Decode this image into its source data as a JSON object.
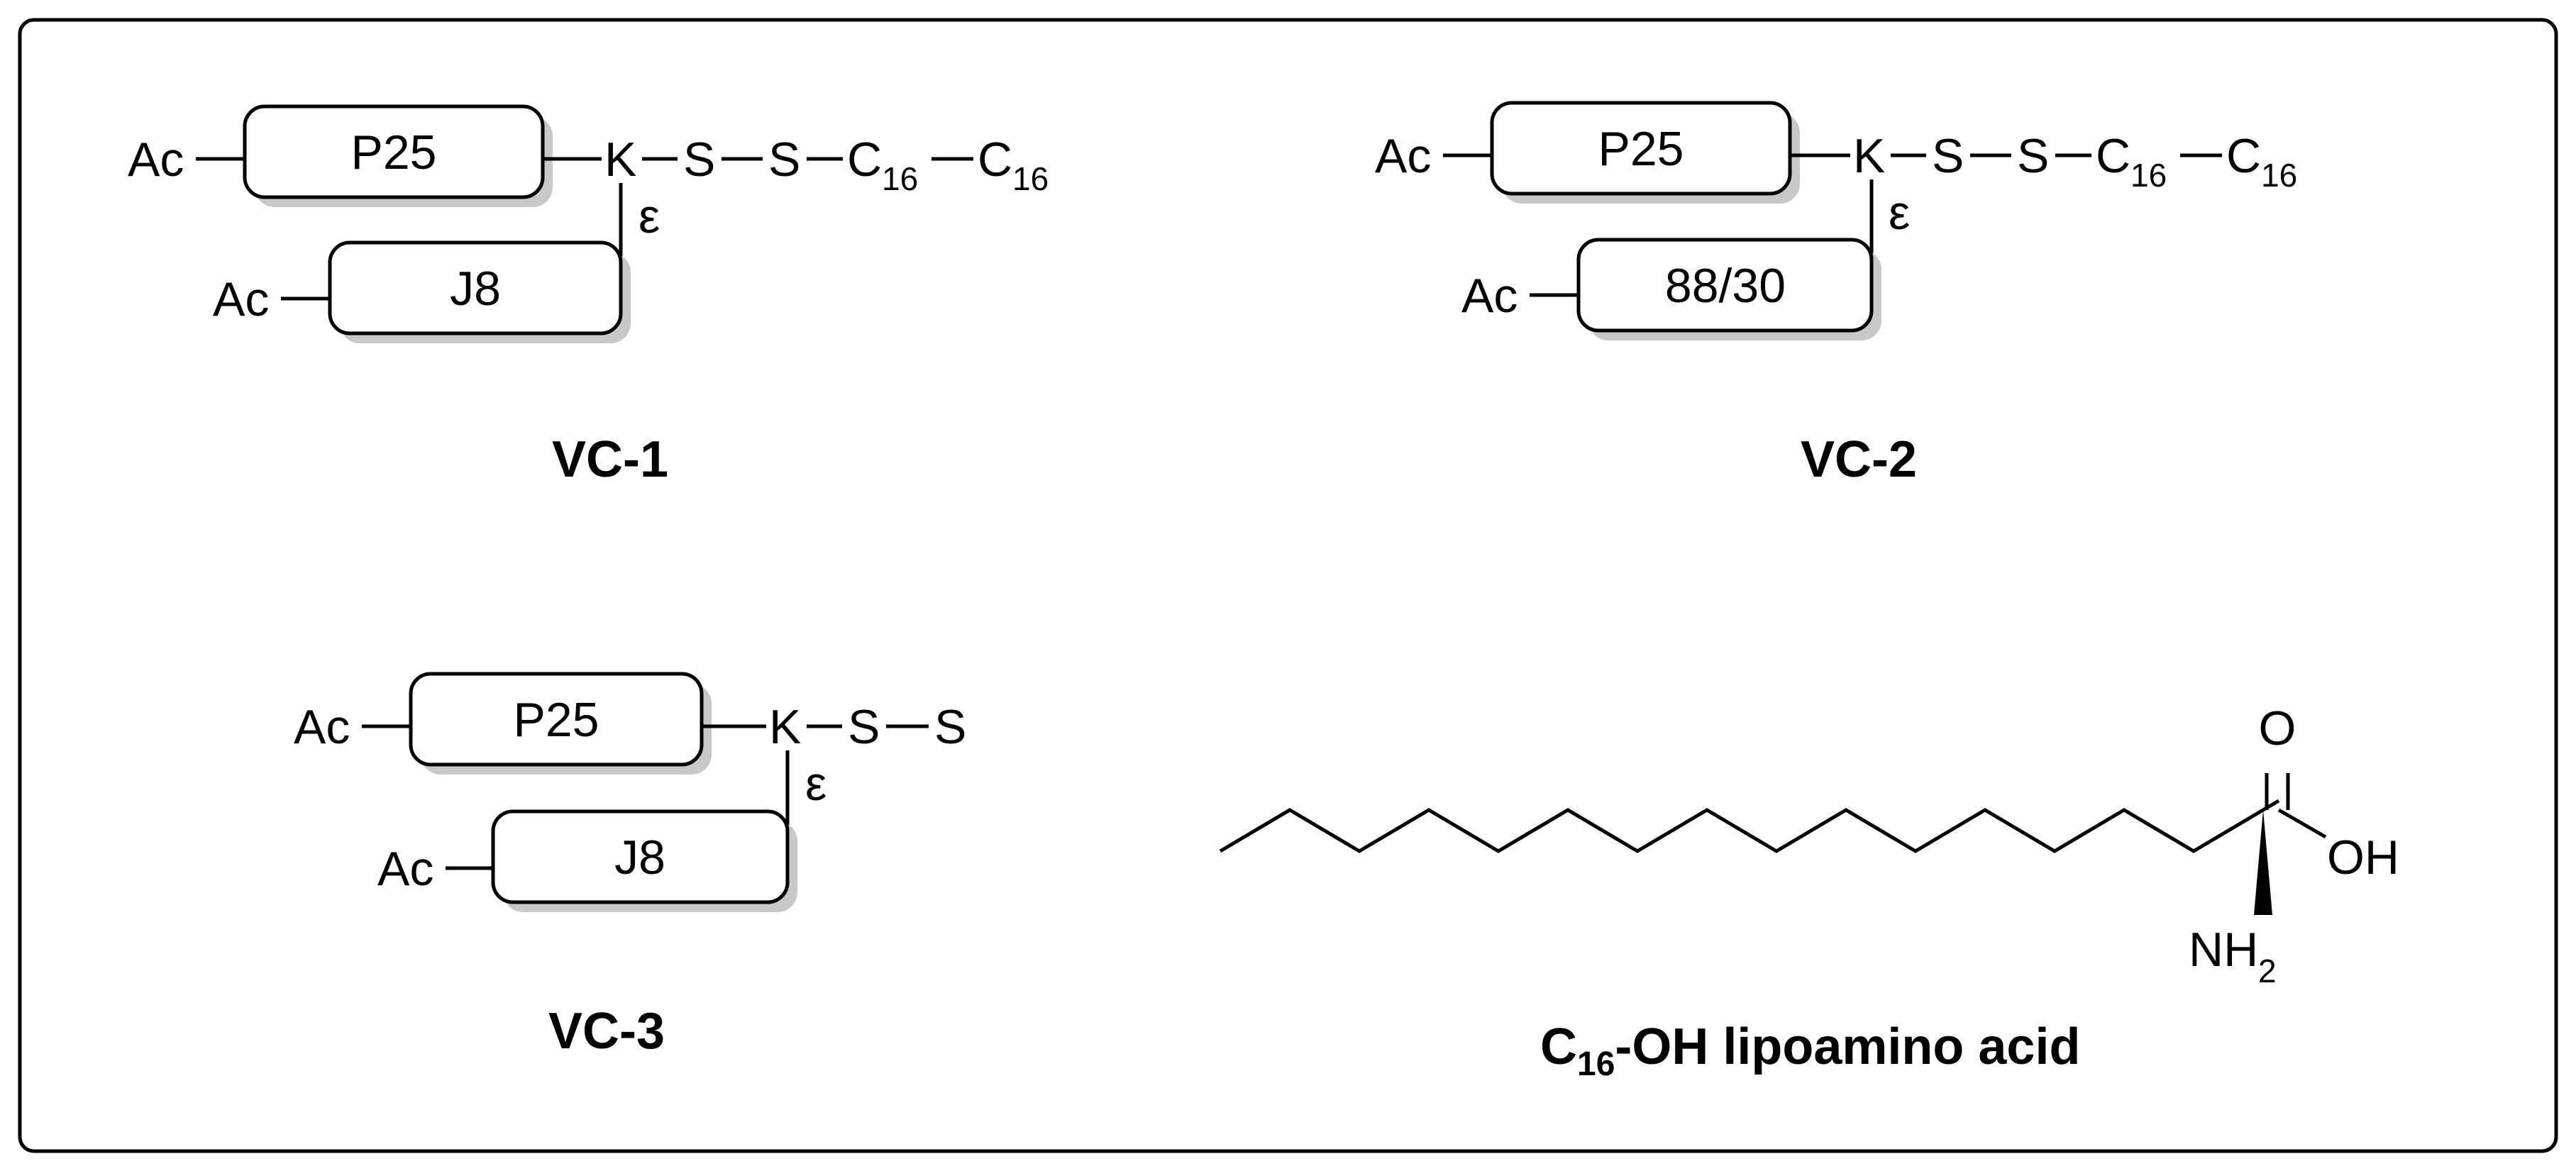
{
  "constructs": [
    {
      "id": "VC-1",
      "name": "VC-1",
      "cap": "Ac",
      "top_peptide": "P25",
      "bottom_cap": "Ac",
      "bottom_peptide": "J8",
      "branch_residue": "K",
      "branch_label": "ε",
      "chain": [
        {
          "atom": "S"
        },
        {
          "atom": "S"
        },
        {
          "atom": "C",
          "sub": "16"
        },
        {
          "atom": "C",
          "sub": "16"
        }
      ]
    },
    {
      "id": "VC-2",
      "name": "VC-2",
      "cap": "Ac",
      "top_peptide": "P25",
      "bottom_cap": "Ac",
      "bottom_peptide": "88/30",
      "branch_residue": "K",
      "branch_label": "ε",
      "chain": [
        {
          "atom": "S"
        },
        {
          "atom": "S"
        },
        {
          "atom": "C",
          "sub": "16"
        },
        {
          "atom": "C",
          "sub": "16"
        }
      ]
    },
    {
      "id": "VC-3",
      "name": "VC-3",
      "cap": "Ac",
      "top_peptide": "P25",
      "bottom_cap": "Ac",
      "bottom_peptide": "J8",
      "branch_residue": "K",
      "branch_label": "ε",
      "chain": [
        {
          "atom": "S"
        },
        {
          "atom": "S"
        }
      ]
    }
  ],
  "lipoamino_acid": {
    "title_main": "C",
    "title_sub": "16",
    "title_rest": "-OH lipoamino acid",
    "carbonyl_o": "O",
    "hydroxyl": "OH",
    "amine_main": "NH",
    "amine_sub": "2"
  }
}
